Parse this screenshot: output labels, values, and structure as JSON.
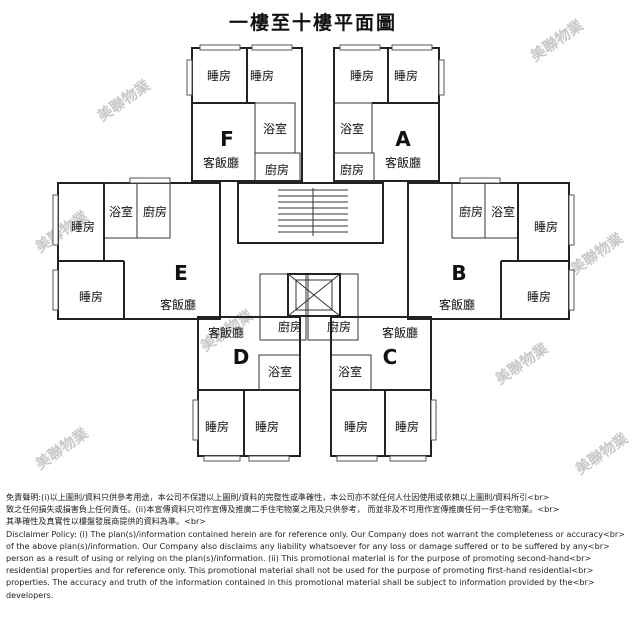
{
  "title": "一樓至十樓平面圖",
  "watermark": "美聯物業",
  "units": [
    "A",
    "B",
    "C",
    "D",
    "E",
    "F"
  ],
  "rooms": {
    "bedroom": "睡房",
    "bathroom": "浴室",
    "kitchen": "廚房",
    "living_dining": "客飯廳"
  },
  "disclaimer": {
    "zh_lines": [
      "免責聲明:(i)以上圖則/資料只供參考用途，本公司不保證以上圖則/資料的完整性或準確性，本公司亦不就任何人仕因使用或依賴以上圖則/資料所引<br>",
      "致之任何損失或損害負上任何責任。(ii)本宣傳資料只可作宣傳及推廣二手住宅物業之用及只供參考， 而並非及不可用作宣傳推廣任何一手住宅物業。<br>",
      "其準確性及真實性以樓盤發展商提供的資料為準。<br>"
    ],
    "en_lines": [
      "Disclaimer Policy: (i) The plan(s)/information contained herein are for reference only. Our Company does not warrant the completeness or accuracy<br>",
      "of the above plan(s)/information. Our Company also disclaims any liability whatsoever for any loss or damage suffered or to be suffered by any<br>",
      "person as a result of using or relying on the plan(s)/information. (ii) This promotional material is for the purpose of promoting second-hand<br>",
      "residential properties and for reference only. This promotional material shall not be used for the purpose of promoting first-hand residential<br>",
      "properties. The accuracy and truth of the information contained in this promotional material shall be subject to information provided by the<br>",
      "developers."
    ]
  }
}
